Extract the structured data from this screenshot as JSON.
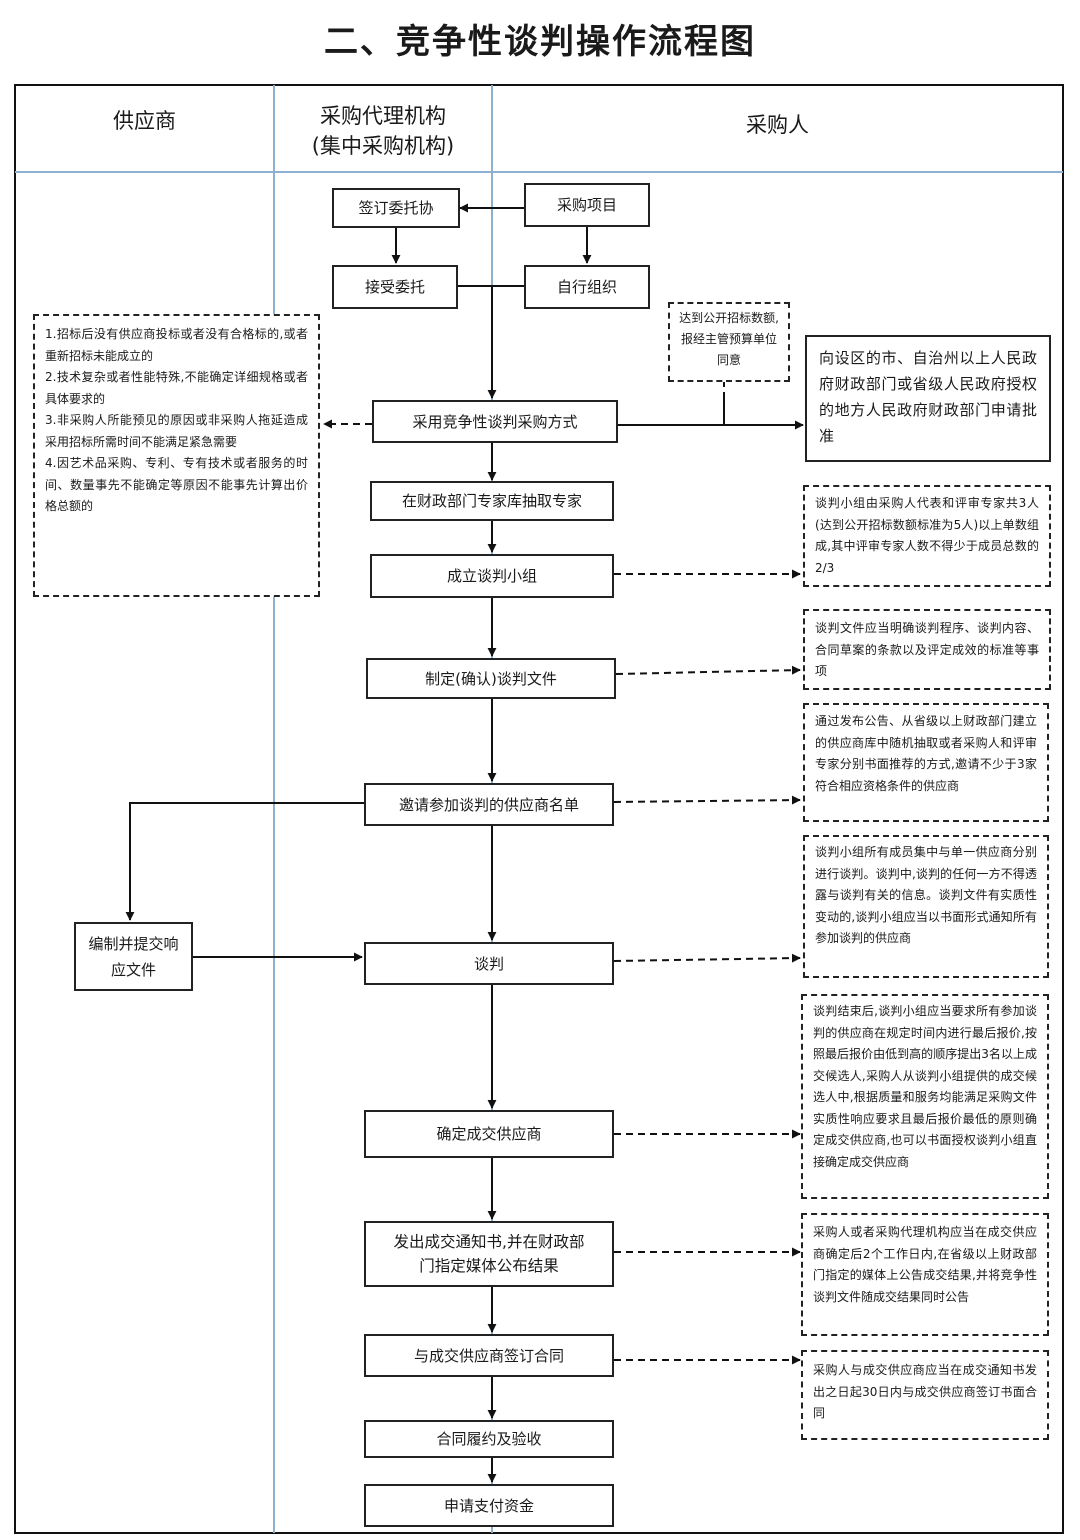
{
  "title": "二、竞争性谈判操作流程图",
  "lanes": {
    "supplier": "供应商",
    "agency_line1": "采购代理机构",
    "agency_line2": "(集中采购机构)",
    "purchaser": "采购人"
  },
  "steps": {
    "sign_entrust": "签订委托协",
    "purchase_project": "采购项目",
    "accept_entrust": "接受委托",
    "self_organize": "自行组织",
    "adopt_method": "采用竞争性谈判采购方式",
    "draw_experts": "在财政部门专家库抽取专家",
    "form_team": "成立谈判小组",
    "make_docs": "制定(确认)谈判文件",
    "invite_list": "邀请参加谈判的供应商名单",
    "prepare_response": "编制并提交响应文件",
    "negotiate": "谈判",
    "determine_supplier": "确定成交供应商",
    "notice_line1": "发出成交通知书,并在财政部",
    "notice_line2": "门指定媒体公布结果",
    "sign_contract": "与成交供应商签订合同",
    "perform_accept": "合同履约及验收",
    "apply_payment": "申请支付资金"
  },
  "notes": {
    "conditions": [
      "1.招标后没有供应商投标或者没有合格标的,或者重新招标未能成立的",
      "2.技术复杂或者性能特殊,不能确定详细规格或者具体要求的",
      "3.非采购人所能预见的原因或非采购人拖延造成采用招标所需时间不能满足紧急需要",
      "4.因艺术品采购、专利、专有技术或者服务的时间、数量事先不能确定等原因不能事先计算出价格总额的"
    ],
    "threshold": "达到公开招标数额,报经主管预算单位同意",
    "apply_approval": "向设区的市、自治州以上人民政府财政部门或省级人民政府授权的地方人民政府财政部门申请批准",
    "team_composition": "谈判小组由采购人代表和评审专家共3人(达到公开招标数额标准为5人)以上单数组成,其中评审专家人数不得少于成员总数的2/3",
    "doc_content": "谈判文件应当明确谈判程序、谈判内容、合同草案的条款以及评定成效的标准等事项",
    "invite_method": "通过发布公告、从省级以上财政部门建立的供应商库中随机抽取或者采购人和评审专家分别书面推荐的方式,邀请不少于3家符合相应资格条件的供应商",
    "negotiate_rules": "谈判小组所有成员集中与单一供应商分别进行谈判。谈判中,谈判的任何一方不得透露与谈判有关的信息。谈判文件有实质性变动的,谈判小组应当以书面形式通知所有参加谈判的供应商",
    "determine_rules": "谈判结束后,谈判小组应当要求所有参加谈判的供应商在规定时间内进行最后报价,按照最后报价由低到高的顺序提出3名以上成交候选人,采购人从谈判小组提供的成交候选人中,根据质量和服务均能满足采购文件实质性响应要求且最后报价最低的原则确定成交供应商,也可以书面授权谈判小组直接确定成交供应商",
    "publish_rules": "采购人或者采购代理机构应当在成交供应商确定后2个工作日内,在省级以上财政部门指定的媒体上公告成交结果,并将竞争性谈判文件随成交结果同时公告",
    "contract_rules": "采购人与成交供应商应当在成交通知书发出之日起30日内与成交供应商签订书面合同"
  }
}
